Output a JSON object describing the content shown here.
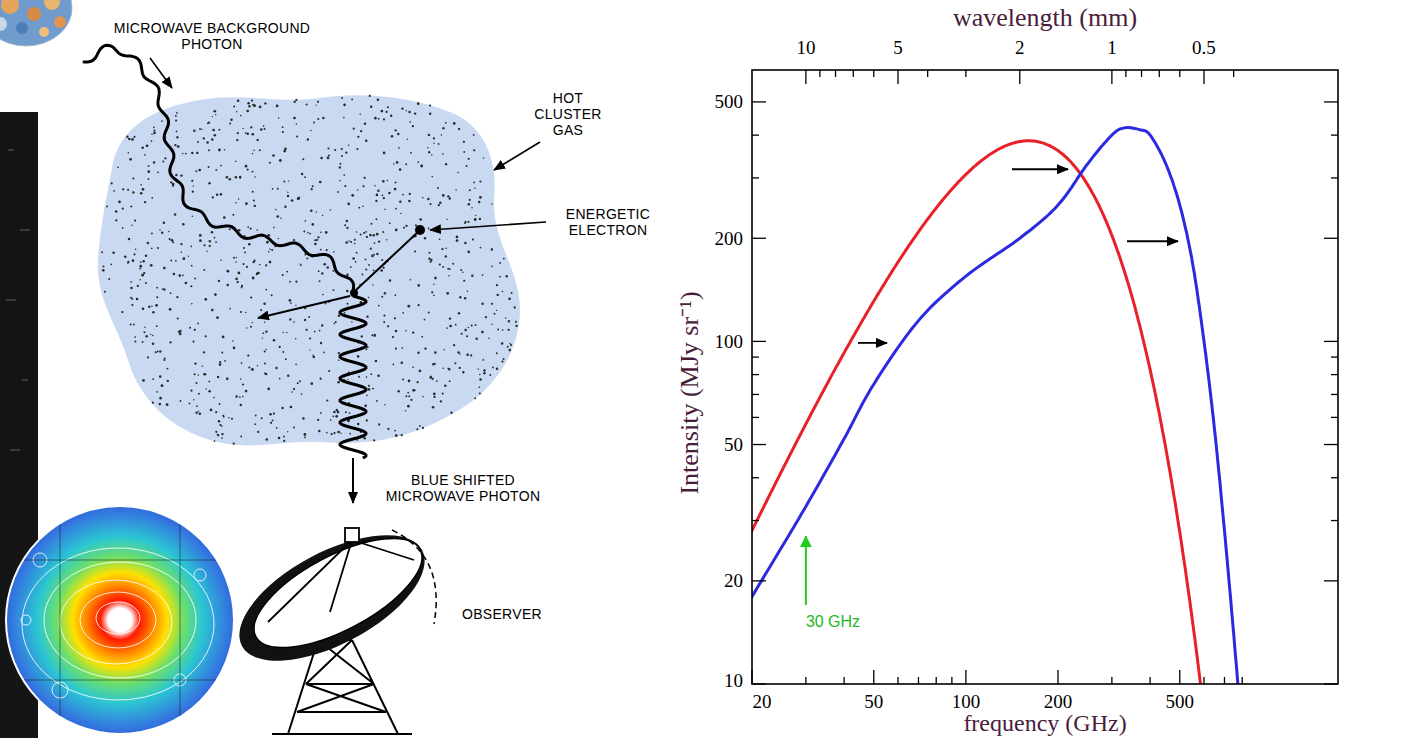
{
  "diagram": {
    "labels": [
      "MICROWAVE BACKGROUND PHOTON",
      "HOT CLUSTER GAS",
      "ENERGETIC ELECTRON",
      "BLUE SHIFTED MICROWAVE PHOTON",
      "OBSERVER",
      "wavelength (mm)",
      "10",
      "5",
      "2",
      "1",
      "0.5",
      "500",
      "200",
      "100",
      "50",
      "20",
      "10",
      "20",
      "50",
      "100",
      "200",
      "500",
      "Intensity (MJy sr⁻¹)",
      "frequency (GHz)",
      "30 GHz"
    ]
  }
}
